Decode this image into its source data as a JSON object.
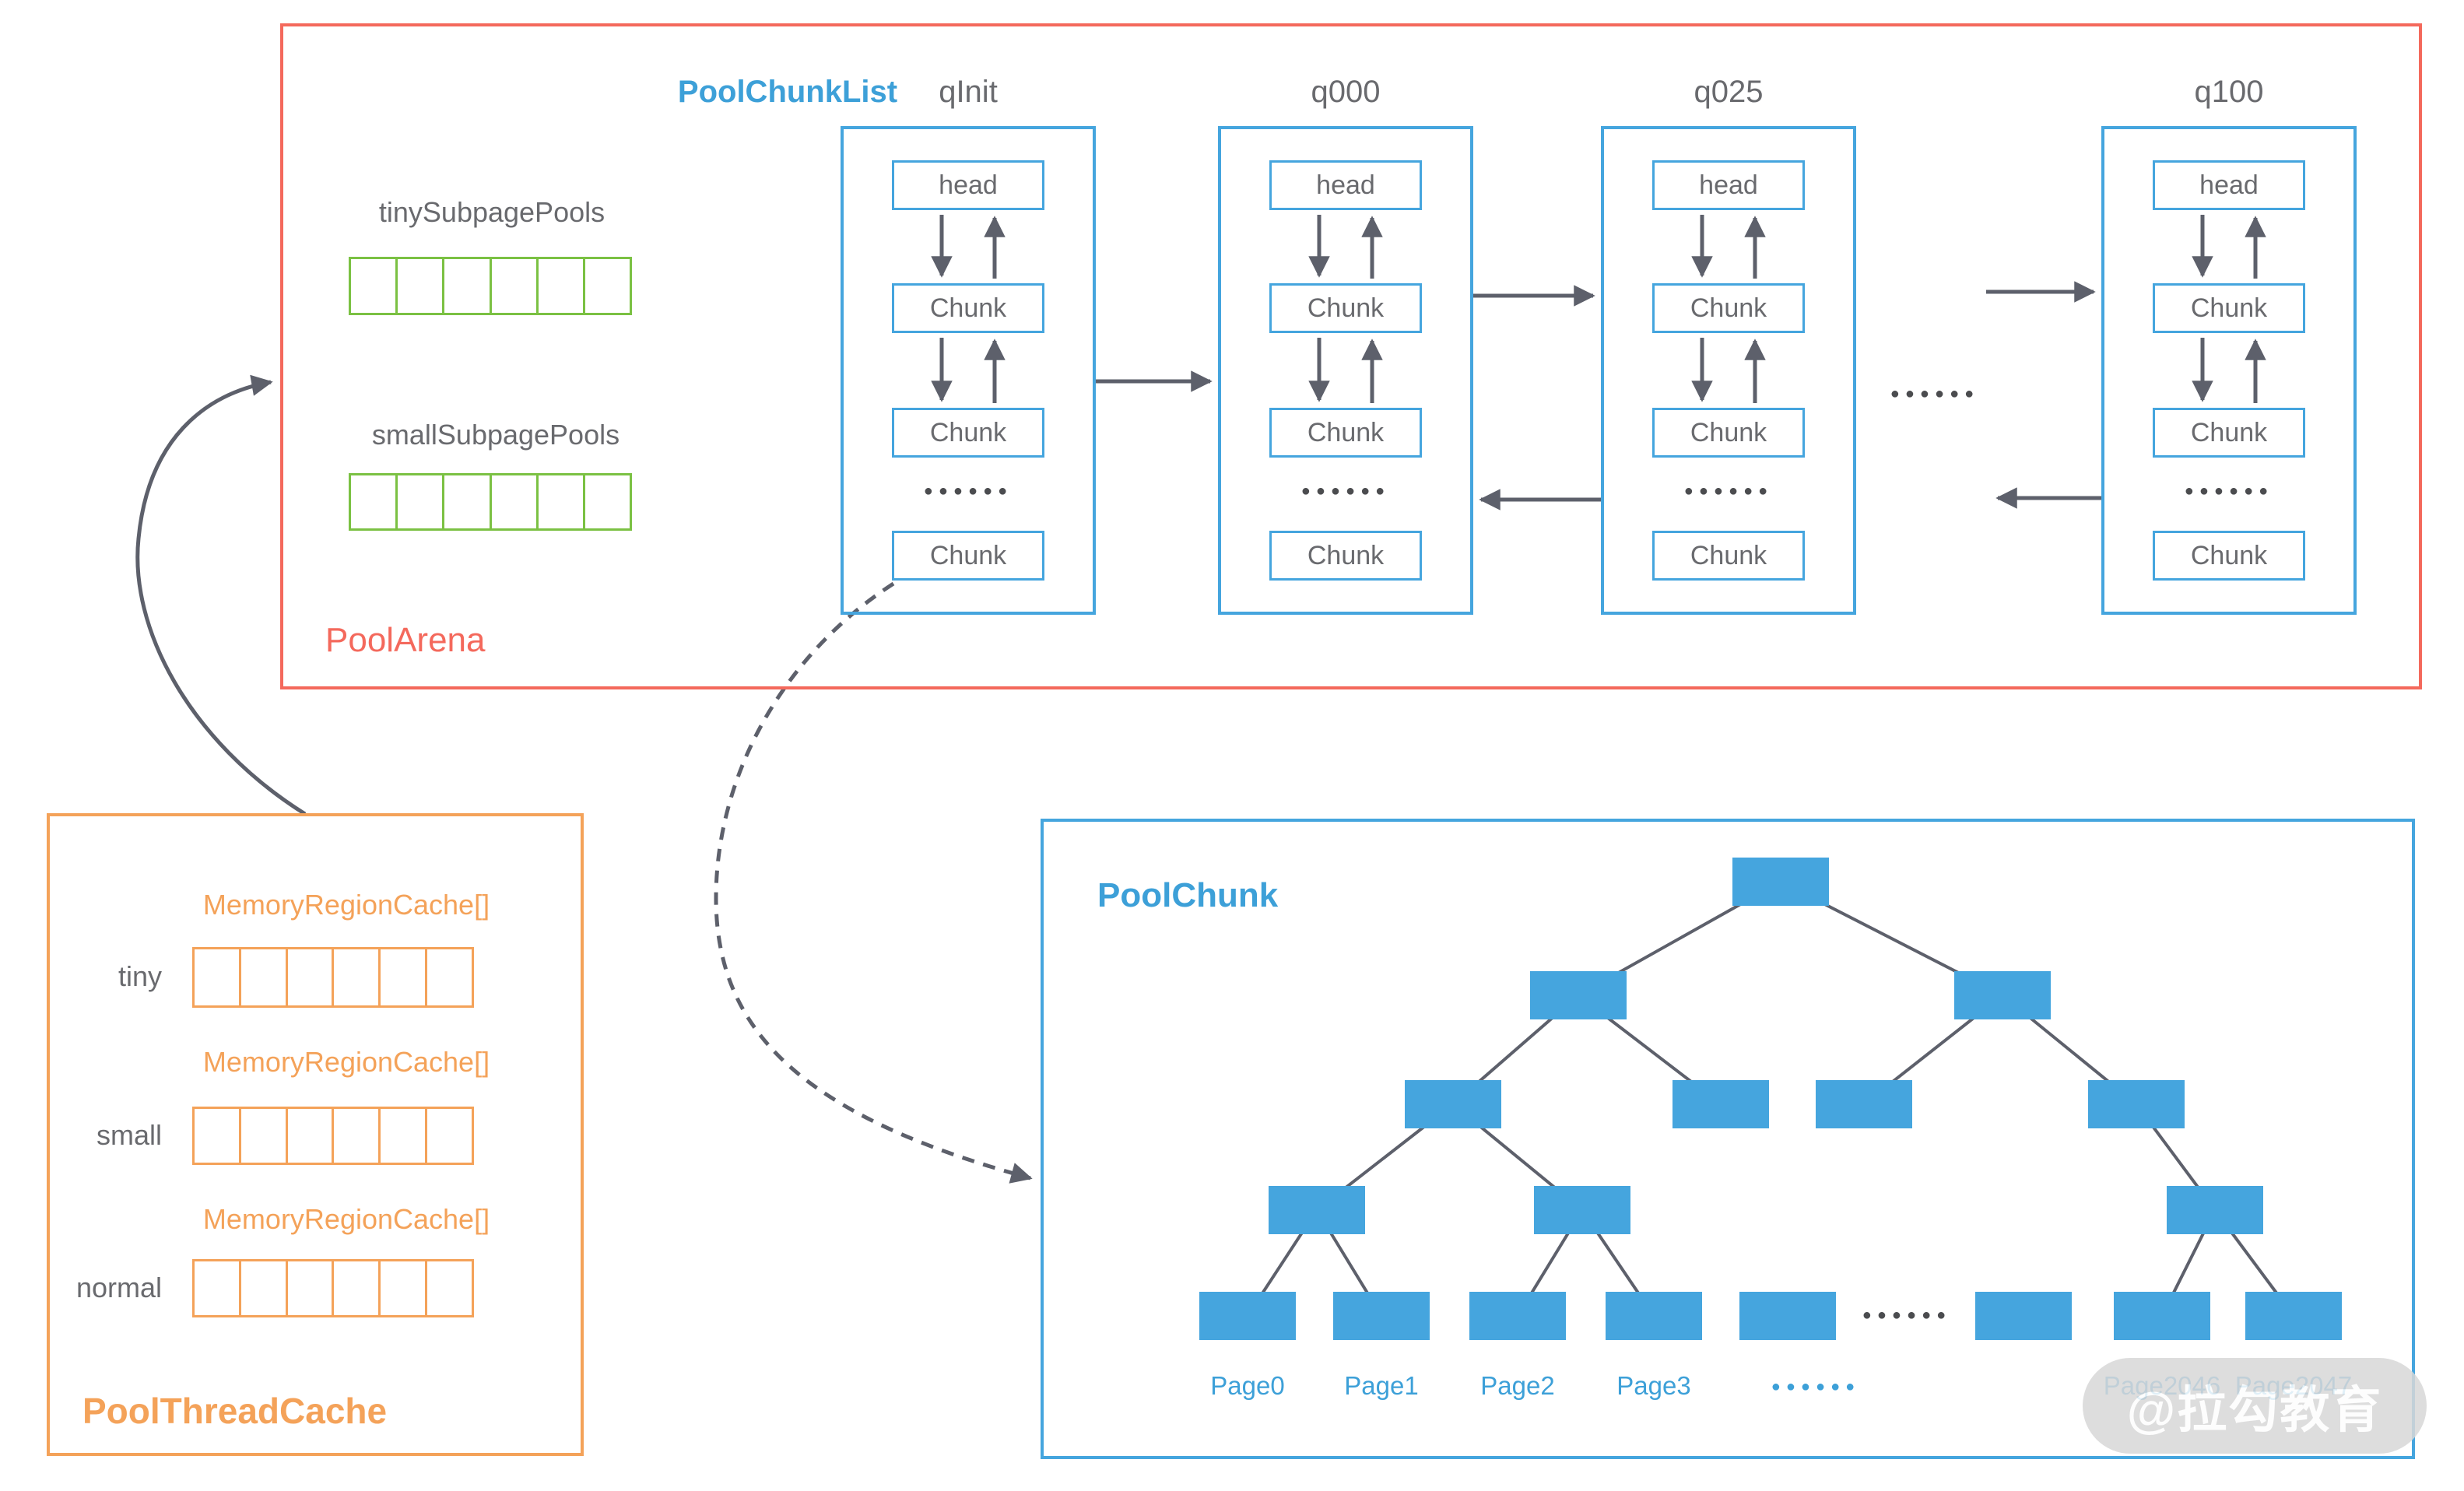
{
  "pool_arena": {
    "title": "PoolArena",
    "pool_chunk_list_label": "PoolChunkList",
    "tiny_subpage_pools_label": "tinySubpagePools",
    "small_subpage_pools_label": "smallSubpagePools",
    "subpage_cells": 6,
    "columns": [
      {
        "label": "qInit",
        "rows": [
          "head",
          "Chunk",
          "Chunk",
          "Chunk"
        ]
      },
      {
        "label": "q000",
        "rows": [
          "head",
          "Chunk",
          "Chunk",
          "Chunk"
        ]
      },
      {
        "label": "q025",
        "rows": [
          "head",
          "Chunk",
          "Chunk",
          "Chunk"
        ]
      },
      {
        "label": "q100",
        "rows": [
          "head",
          "Chunk",
          "Chunk",
          "Chunk"
        ]
      }
    ],
    "ellipsis": "●●●●●●"
  },
  "pool_thread_cache": {
    "title": "PoolThreadCache",
    "groups": [
      {
        "row_label": "tiny",
        "array_label": "MemoryRegionCache[]",
        "cells": 6
      },
      {
        "row_label": "small",
        "array_label": "MemoryRegionCache[]",
        "cells": 6
      },
      {
        "row_label": "normal",
        "array_label": "MemoryRegionCache[]",
        "cells": 6
      }
    ]
  },
  "pool_chunk": {
    "title": "PoolChunk",
    "page_labels": [
      "Page0",
      "Page1",
      "Page2",
      "Page3",
      "●●●●●●",
      "Page2046",
      "Page2047"
    ]
  },
  "watermark": {
    "text": "@拉勾教育"
  },
  "colors": {
    "red": "#f4695c",
    "blue": "#45a5de",
    "blue_text": "#3da0d8",
    "green": "#7bc143",
    "orange": "#f4a259",
    "gray_text": "#696a6e",
    "line": "#5d606b",
    "dots": "#4b4c4f",
    "watermark_bg": "#d8d8d8"
  }
}
